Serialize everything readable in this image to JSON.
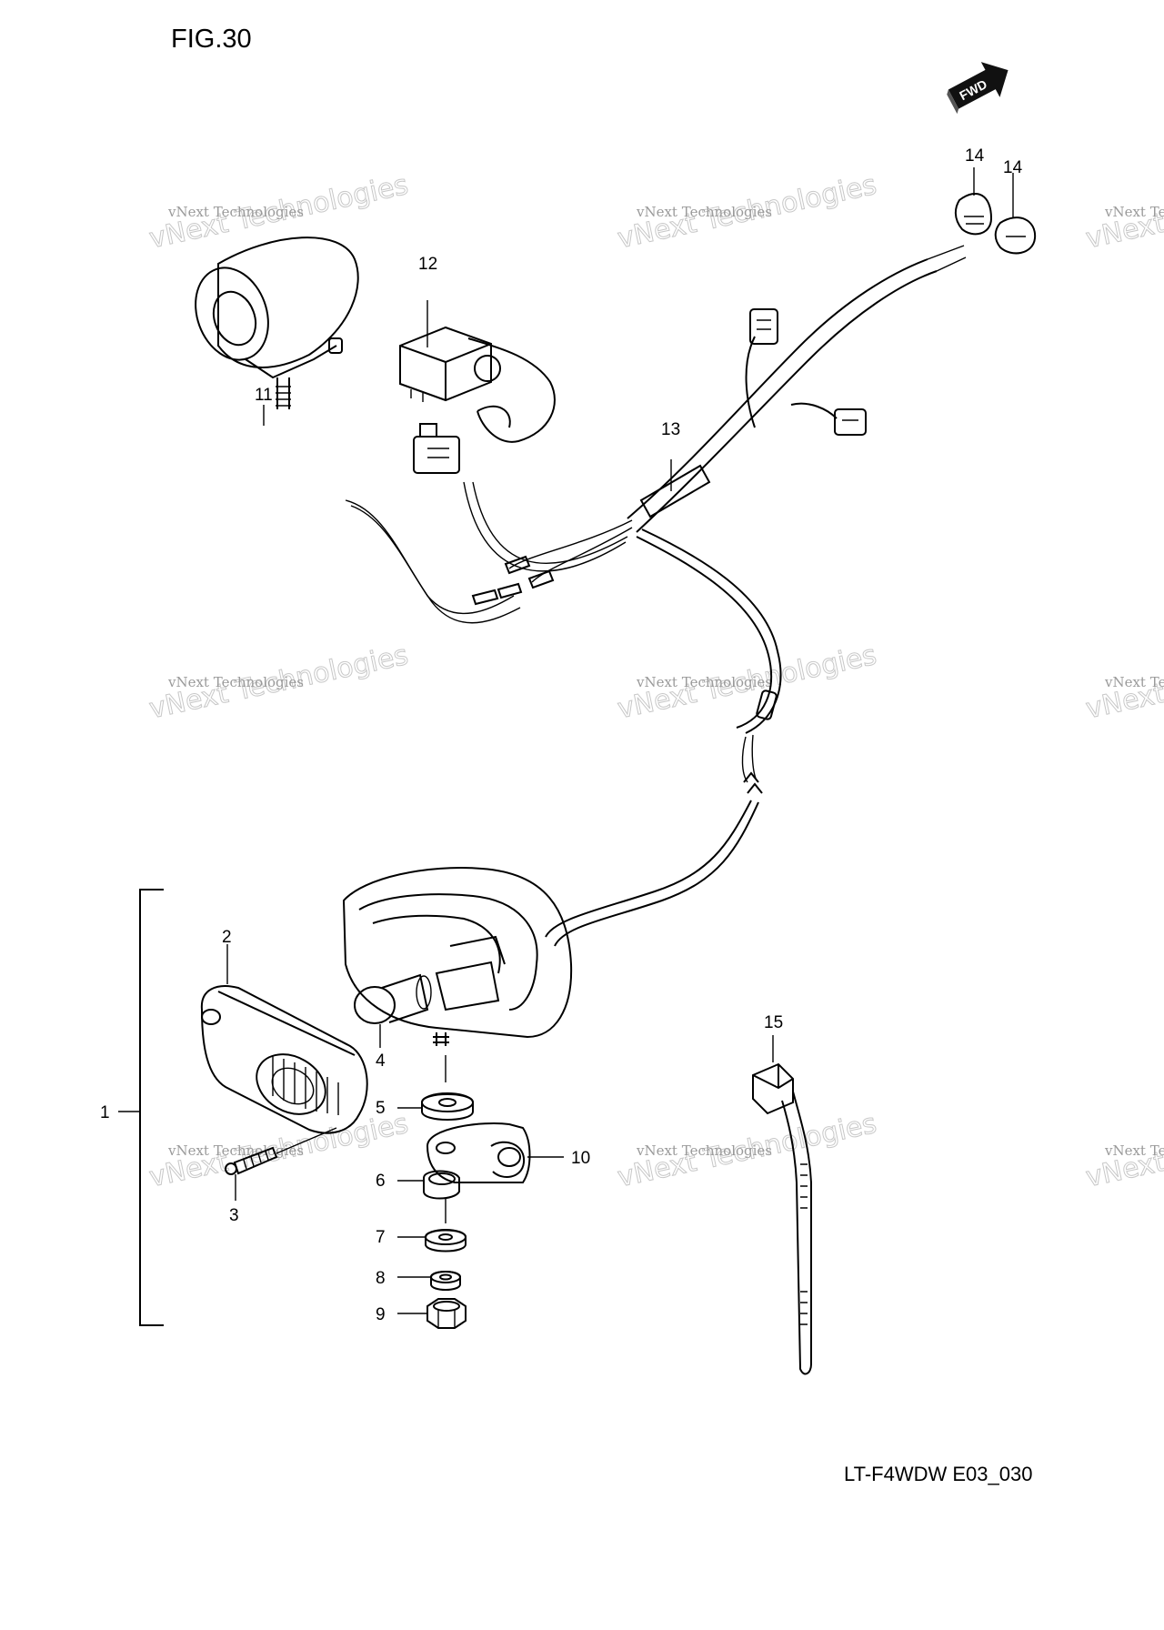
{
  "figure_label": "FIG.30",
  "drawing_code": "LT-F4WDW E03_030",
  "fwd_badge": "FWD",
  "watermark": {
    "line1": "vNext Technologies",
    "line2": "vNext Technologies"
  },
  "callouts": {
    "c1": "1",
    "c2": "2",
    "c3": "3",
    "c4": "4",
    "c5": "5",
    "c6": "6",
    "c7": "7",
    "c8": "8",
    "c9": "9",
    "c10": "10",
    "c11": "11",
    "c12": "12",
    "c13": "13",
    "c14a": "14",
    "c14b": "14",
    "c15": "15"
  }
}
